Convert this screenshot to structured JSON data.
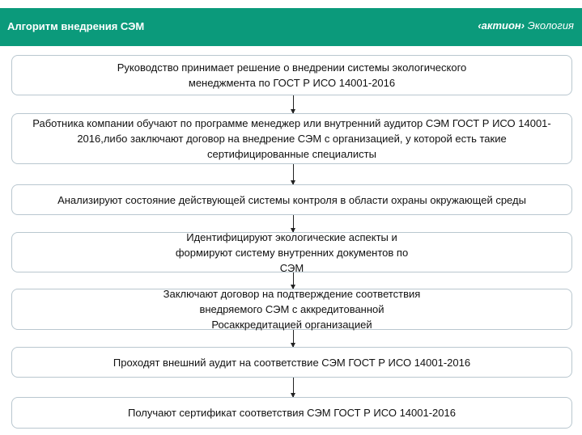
{
  "header": {
    "title": "Алгоритм внедрения СЭМ",
    "logo_brand": "‹актион›",
    "logo_suffix": "Экология"
  },
  "steps": [
    "Руководство принимает решение о внедрении системы экологического менеджмента по ГОСТ Р ИСО 14001-2016",
    "Работника компании обучают по программе менеджер или внутренний аудитор СЭМ ГОСТ Р ИСО 14001-2016,либо заключают договор на внедрение СЭМ с организацией, у которой есть такие сертифицированные специалисты",
    "Анализируют состояние действующей системы контроля в области охраны окружающей среды",
    "Идентифицируют экологические аспекты и формируют систему внутренних документов по СЭМ",
    "Заключают договор на подтверждение соответствия внедряемого СЭМ с аккредитованной Росаккредитацией организацией",
    "Проходят внешний аудит на соответствие СЭМ ГОСТ Р ИСО 14001-2016",
    "Получают сертификат соответствия СЭМ ГОСТ Р ИСО 14001-2016"
  ]
}
